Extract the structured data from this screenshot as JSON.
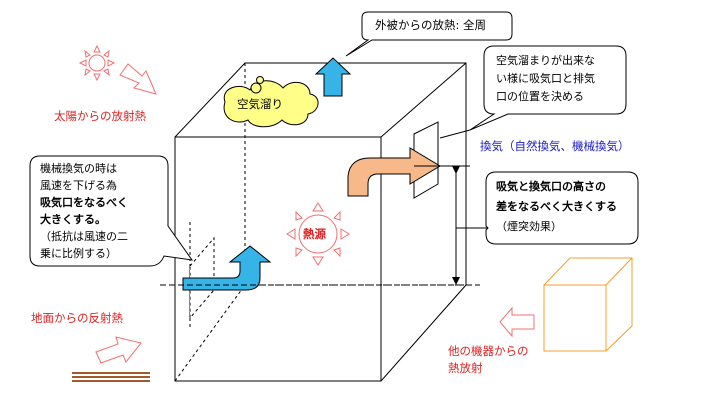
{
  "labels": {
    "outer_dissipation": "外被からの放熱: 全周",
    "solar_radiation": "太陽からの放射熱",
    "ground_reflection": "地面からの反射熱",
    "other_equipment_line1": "他の機器からの",
    "other_equipment_line2": "熱放射",
    "ventilation": "換気（自然換気、機械換気）",
    "air_pocket": "空気溜り",
    "heat_source": "熱源"
  },
  "callouts": {
    "intake_exhaust_position": [
      "空気溜まりが出来な",
      "い様に吸気口と排気",
      "口の位置を決める"
    ],
    "height_difference": [
      "吸気と換気口の高さの",
      "差をなるべく大きくする",
      "（煙突効果）"
    ],
    "mechanical_ventilation": [
      "機械換気の時は",
      "風速を下げる為",
      "吸気口をなるべく",
      "大きくする。",
      "（抵抗は風速の二",
      "乗に比例する）"
    ]
  },
  "colors": {
    "red_text": "#e02020",
    "blue_text": "#1a1acc",
    "intake_arrow": "#36b4e8",
    "exhaust_arrow": "#f7b98a",
    "air_pocket_fill": "#ffff88",
    "equipment_box": "#f0a030",
    "sun_icon": "#f07070"
  }
}
